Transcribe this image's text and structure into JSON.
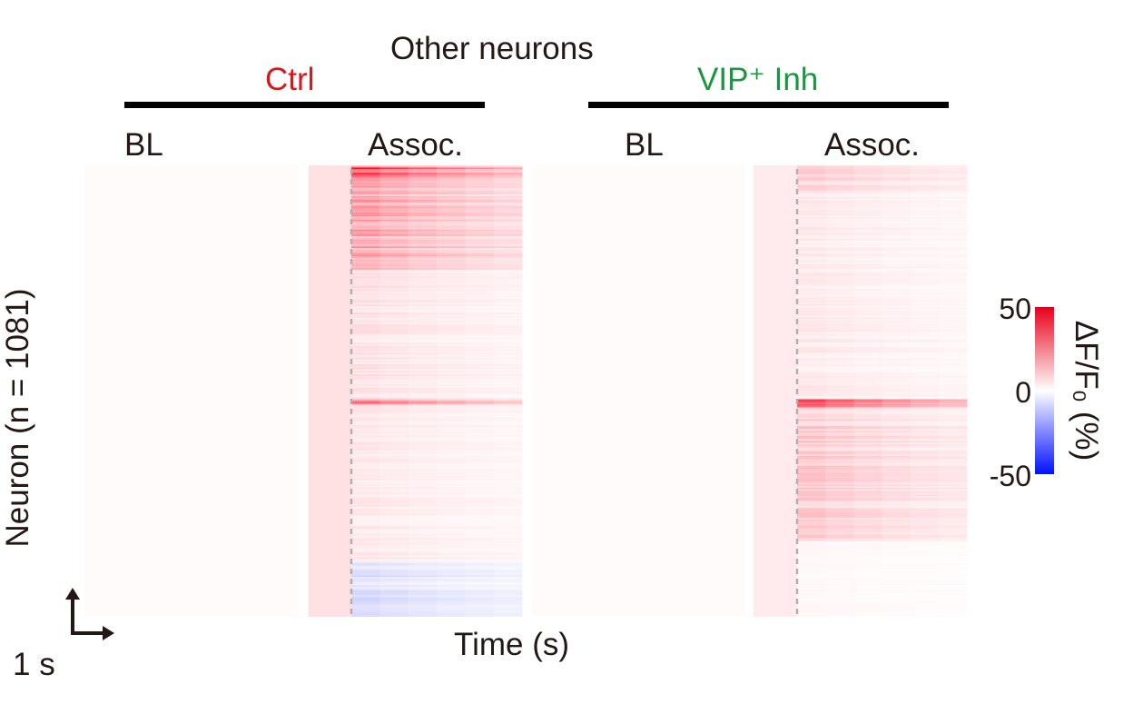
{
  "figure": {
    "title": "Other neurons",
    "y_label": "Neuron (n = 1081)",
    "x_label": "Time (s)",
    "scale_bar_label": "1 s",
    "groups": [
      {
        "label": "Ctrl",
        "color": "#d7191c",
        "conditions": [
          "BL",
          "Assoc."
        ]
      },
      {
        "label": "VIP⁺ Inh",
        "color": "#1a9641",
        "conditions": [
          "BL",
          "Assoc."
        ]
      }
    ],
    "colorbar": {
      "title": "ΔF/F₀ (%)",
      "ticks": [
        "50",
        "0",
        "-50"
      ],
      "max_color": "#e8001a",
      "mid_color": "#ffffff",
      "min_color": "#0010ff"
    }
  },
  "chart_data": {
    "type": "heatmap",
    "title": "Other neurons",
    "ylabel": "Neuron (n = 1081)",
    "xlabel": "Time (s)",
    "n_neurons": 1081,
    "color_range": [
      -50,
      50
    ],
    "colorbar_label": "ΔF/F₀ (%)",
    "stimulus_onset_marked_in": [
      "Ctrl Assoc.",
      "VIP⁺ Inh Assoc."
    ],
    "panels": [
      {
        "group": "Ctrl",
        "condition": "BL",
        "mean_response_pct": 0,
        "note_bands": []
      },
      {
        "group": "Ctrl",
        "condition": "Assoc.",
        "mean_response_pct": 6,
        "bands": [
          {
            "neuron_range": [
              1,
              30
            ],
            "peak_pct": 50
          },
          {
            "neuron_range": [
              30,
              250
            ],
            "peak_pct": 25
          },
          {
            "neuron_range": [
              250,
              560
            ],
            "peak_pct": 8
          },
          {
            "neuron_range": [
              560,
              575
            ],
            "peak_pct": 35
          },
          {
            "neuron_range": [
              575,
              950
            ],
            "peak_pct": 6
          },
          {
            "neuron_range": [
              950,
              1081
            ],
            "peak_pct": -10
          }
        ]
      },
      {
        "group": "VIP⁺ Inh",
        "condition": "BL",
        "mean_response_pct": 0,
        "bands": []
      },
      {
        "group": "VIP⁺ Inh",
        "condition": "Assoc.",
        "mean_response_pct": 4,
        "bands": [
          {
            "neuron_range": [
              1,
              60
            ],
            "peak_pct": 12
          },
          {
            "neuron_range": [
              60,
              560
            ],
            "peak_pct": 6
          },
          {
            "neuron_range": [
              560,
              580
            ],
            "peak_pct": 50
          },
          {
            "neuron_range": [
              580,
              900
            ],
            "peak_pct": 15
          },
          {
            "neuron_range": [
              900,
              1081
            ],
            "peak_pct": 2
          }
        ]
      }
    ]
  }
}
